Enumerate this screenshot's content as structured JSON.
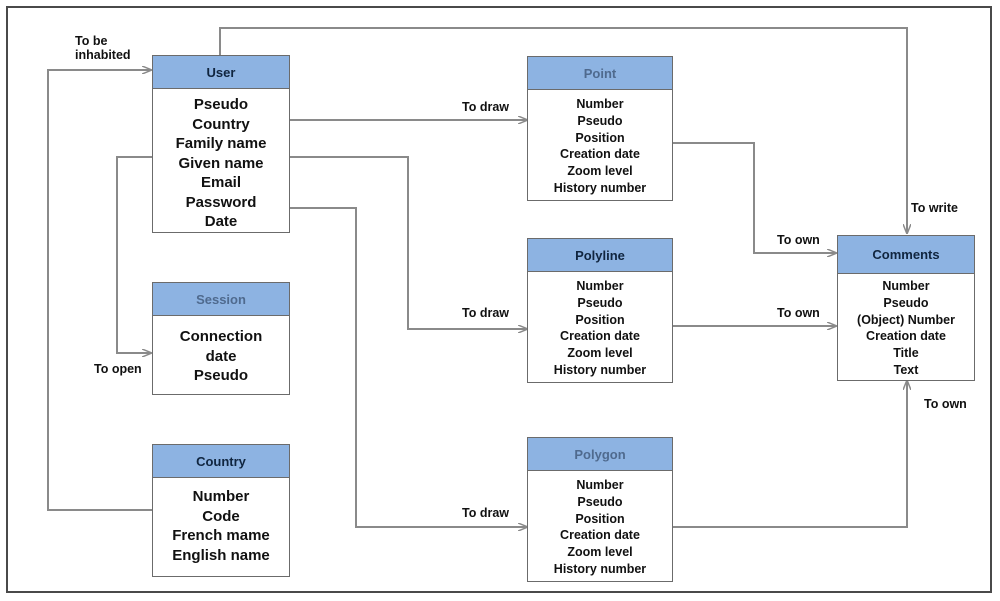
{
  "entities": {
    "user": {
      "title": "User",
      "attributes": [
        "Pseudo",
        "Country",
        "Family name",
        "Given name",
        "Email",
        "Password",
        "Date"
      ]
    },
    "session": {
      "title": "Session",
      "attributes": [
        "Connection",
        "date",
        "Pseudo"
      ]
    },
    "country": {
      "title": "Country",
      "attributes": [
        "Number",
        "Code",
        "French mame",
        "English name"
      ]
    },
    "point": {
      "title": "Point",
      "attributes": [
        "Number",
        "Pseudo",
        "Position",
        "Creation date",
        "Zoom level",
        "History number"
      ]
    },
    "polyline": {
      "title": "Polyline",
      "attributes": [
        "Number",
        "Pseudo",
        "Position",
        "Creation date",
        "Zoom level",
        "History number"
      ]
    },
    "polygon": {
      "title": "Polygon",
      "attributes": [
        "Number",
        "Pseudo",
        "Position",
        "Creation date",
        "Zoom level",
        "History number"
      ]
    },
    "comments": {
      "title": "Comments",
      "attributes": [
        "Number",
        "Pseudo",
        "(Object) Number",
        "Creation date",
        "Title",
        "Text"
      ]
    }
  },
  "relations": {
    "to_be_inhabited_line1": "To be",
    "to_be_inhabited_line2": "inhabited",
    "to_open": "To open",
    "to_draw_point": "To draw",
    "to_draw_polyline": "To draw",
    "to_draw_polygon": "To draw",
    "to_own_point": "To own",
    "to_own_polyline": "To own",
    "to_own_polygon": "To own",
    "to_write": "To write"
  },
  "colors": {
    "header_fill": "#8db3e2",
    "connector": "#8a8a8a",
    "border": "#4a4a4a"
  }
}
